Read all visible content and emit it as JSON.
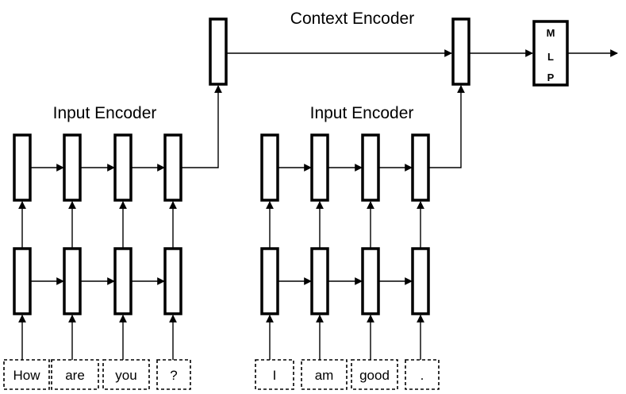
{
  "titles": {
    "context_encoder": "Context Encoder",
    "input_encoder_left": "Input Encoder",
    "input_encoder_right": "Input Encoder"
  },
  "mlp": {
    "letters": [
      "M",
      "L",
      "P"
    ]
  },
  "sentence_1": [
    "How",
    "are",
    "you",
    "?"
  ],
  "sentence_2": [
    "I",
    "am",
    "good",
    "."
  ],
  "colors": {
    "stroke": "#000000",
    "background": "#ffffff"
  }
}
